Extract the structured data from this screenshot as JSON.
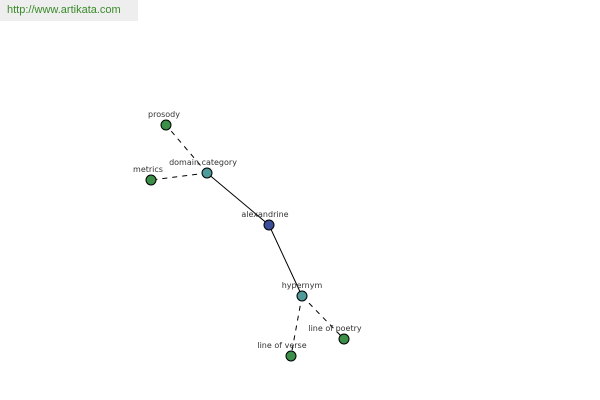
{
  "url": "http://www.artikata.com",
  "colors": {
    "center": "#3b4e9a",
    "relation": "#4f9a9a",
    "term": "#3c8f48",
    "url_text": "#3a8a2a",
    "url_bg": "#eeeeee"
  },
  "nodes": {
    "alexandrine": {
      "label": "alexandrine",
      "kind": "center"
    },
    "domain_category": {
      "label": "domain category",
      "kind": "relation"
    },
    "hypernym": {
      "label": "hypernym",
      "kind": "relation"
    },
    "prosody": {
      "label": "prosody",
      "kind": "term"
    },
    "metrics": {
      "label": "metrics",
      "kind": "term"
    },
    "line_of_poetry": {
      "label": "line of poetry",
      "kind": "term"
    },
    "line_of_verse": {
      "label": "line of verse",
      "kind": "term"
    }
  },
  "edges": [
    {
      "from": "alexandrine",
      "to": "domain_category",
      "style": "solid"
    },
    {
      "from": "alexandrine",
      "to": "hypernym",
      "style": "solid"
    },
    {
      "from": "domain_category",
      "to": "prosody",
      "style": "dashed"
    },
    {
      "from": "domain_category",
      "to": "metrics",
      "style": "dashed"
    },
    {
      "from": "hypernym",
      "to": "line_of_poetry",
      "style": "dashed"
    },
    {
      "from": "hypernym",
      "to": "line_of_verse",
      "style": "dashed"
    }
  ]
}
